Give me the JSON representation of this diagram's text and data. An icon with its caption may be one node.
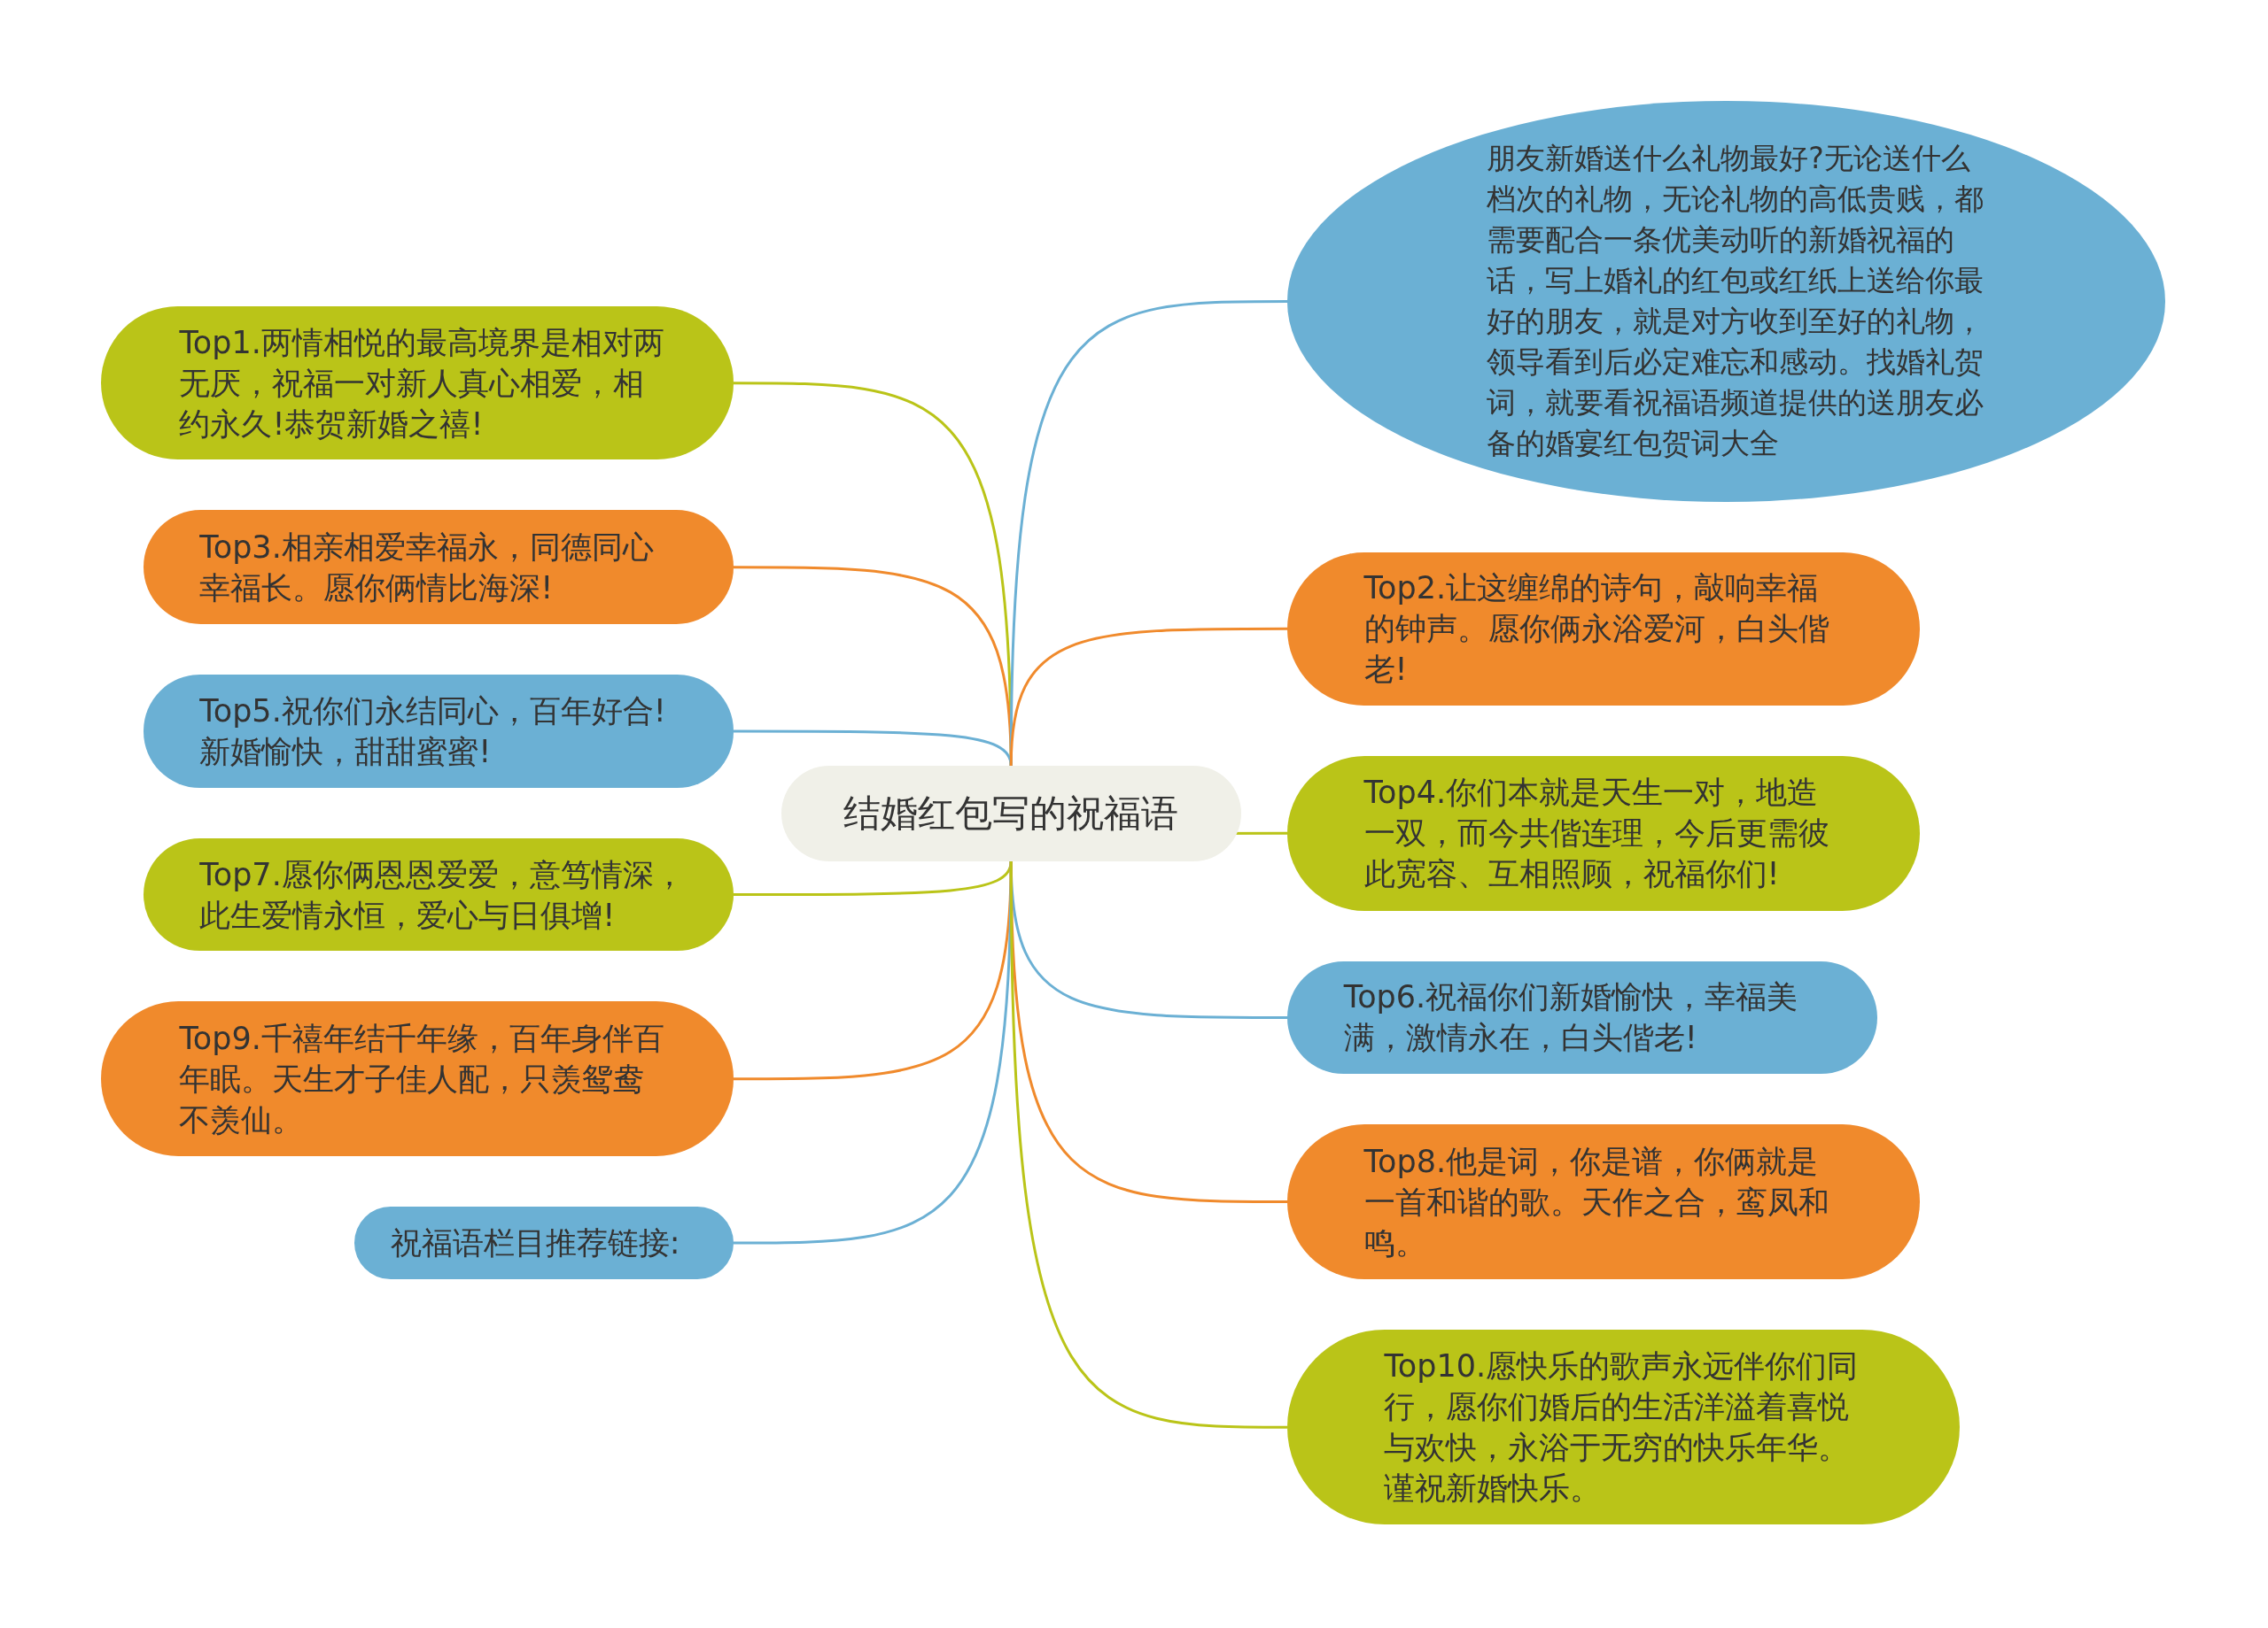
{
  "diagram": {
    "nodes": [
      {
        "text": [
          "结婚红包写的祝福语"
        ]
      },
      {
        "text": [
          "Top1.两情相悦的最高境界是相对两无厌，祝福一对新人真心相爱，相约永久!恭贺新婚之禧!"
        ]
      },
      {
        "text": [
          "Top3.相亲相爱幸福永，同德同心幸福长。愿你俩情比海深!"
        ]
      },
      {
        "text": [
          "Top5.祝你们永结同心，百年好合!新婚愉快，甜甜蜜蜜!"
        ]
      },
      {
        "text": [
          "Top7.愿你俩恩恩爱爱，意笃情深，此生爱情永恒，爱心与日俱增!"
        ]
      },
      {
        "text": [
          "Top9.千禧年结千年缘，百年身伴百年眠。天生才子佳人配，只羡鸳鸯不羡仙。"
        ]
      },
      {
        "text": [
          "祝福语栏目推荐链接:"
        ]
      },
      {
        "text": [
          "朋友新婚送什么礼物最好?无论送什么档次的礼物，无论礼物的高低贵贱，都需要配合一条优美动听的新婚祝福的话，写上婚礼的红包或红纸上送给你最好的朋友，就是对方收到至好的礼物，领导看到后必定难忘和感动。找婚礼贺词，就要看祝福语频道提供的送朋友必备的婚宴红包贺词大全"
        ]
      },
      {
        "text": [
          "Top2.让这缠绵的诗句，敲响幸福的钟声。愿你俩永浴爱河，白头偕老!"
        ]
      },
      {
        "text": [
          "Top4.你们本就是天生一对，地造一双，而今共偕连理，今后更需彼此宽容、互相照顾，祝福你们!"
        ]
      },
      {
        "text": [
          "Top6.祝福你们新婚愉快，幸福美满，激情永在，白头偕老!"
        ]
      },
      {
        "text": [
          "Top8.他是词，你是谱，你俩就是一首和谐的歌。天作之合，鸾凤和鸣。"
        ]
      },
      {
        "text": [
          "Top10.愿快乐的歌声永远伴你们同行，愿你们婚后的生活洋溢着喜悦与欢快，永浴于无穷的快乐年华。谨祝新婚快乐。"
        ]
      }
    ],
    "edges": [
      {
        "from": 0,
        "to": 1,
        "arrow": "none",
        "color": "#bac418"
      },
      {
        "from": 0,
        "to": 2,
        "arrow": "none",
        "color": "#f08a2c"
      },
      {
        "from": 0,
        "to": 3,
        "arrow": "none",
        "color": "#6bb0d4"
      },
      {
        "from": 0,
        "to": 4,
        "arrow": "none",
        "color": "#bac418"
      },
      {
        "from": 0,
        "to": 5,
        "arrow": "none",
        "color": "#f08a2c"
      },
      {
        "from": 0,
        "to": 6,
        "arrow": "none",
        "color": "#6bb0d4"
      },
      {
        "from": 0,
        "to": 7,
        "arrow": "none",
        "color": "#6bb0d4"
      },
      {
        "from": 0,
        "to": 8,
        "arrow": "none",
        "color": "#f08a2c"
      },
      {
        "from": 0,
        "to": 9,
        "arrow": "none",
        "color": "#bac418"
      },
      {
        "from": 0,
        "to": 10,
        "arrow": "none",
        "color": "#6bb0d4"
      },
      {
        "from": 0,
        "to": 11,
        "arrow": "none",
        "color": "#f08a2c"
      },
      {
        "from": 0,
        "to": 12,
        "arrow": "none",
        "color": "#bac418"
      }
    ]
  }
}
